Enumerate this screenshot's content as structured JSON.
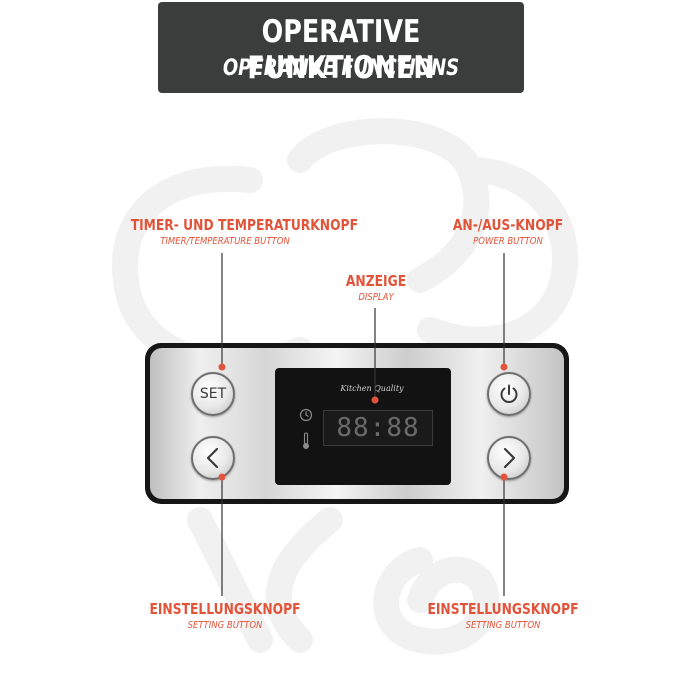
{
  "header": {
    "title_de": "OPERATIVE FUNKTIONEN",
    "title_en": "OPERATIVE FUNCTIONS"
  },
  "labels": {
    "timer": {
      "de": "TIMER- UND TEMPERATURKNOPF",
      "en": "TIMER/TEMPERATURE BUTTON"
    },
    "power": {
      "de": "AN-/AUS-KNOPF",
      "en": "POWER BUTTON"
    },
    "display": {
      "de": "ANZEIGE",
      "en": "DISPLAY"
    },
    "setting_left": {
      "de": "EINSTELLUNGSKNOPF",
      "en": "SETTING  BUTTON"
    },
    "setting_right": {
      "de": "EINSTELLUNGSKNOPF",
      "en": "SETTING  BUTTON"
    }
  },
  "panel": {
    "brand": "Kitchen Quality",
    "display_value": "88:88",
    "set_label": "SET"
  },
  "icons": {
    "power": "power-icon",
    "left": "chevron-left-icon",
    "right": "chevron-right-icon",
    "timer": "clock-icon",
    "temperature": "thermometer-icon"
  },
  "colors": {
    "accent": "#e2543a",
    "header_bg": "#3a3d3c",
    "panel_border": "#161616",
    "screen": "#121212"
  }
}
